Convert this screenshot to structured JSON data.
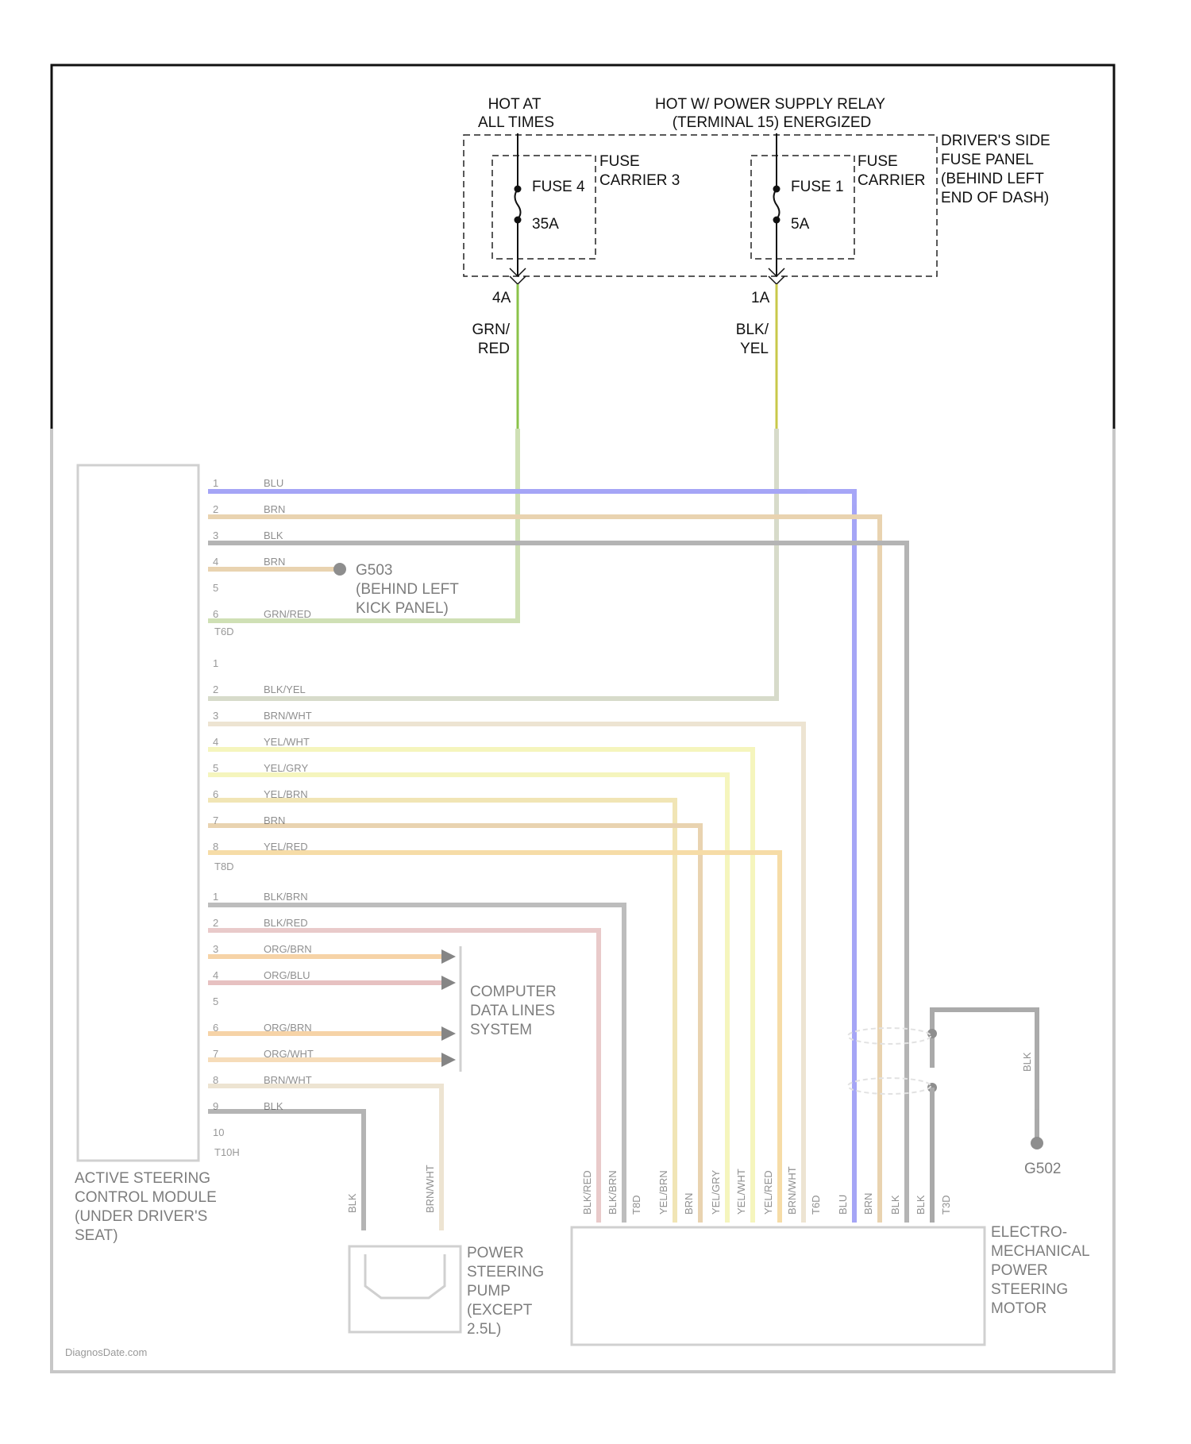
{
  "source_labels": {
    "hot_at_all_times": [
      "HOT AT",
      "ALL TIMES"
    ],
    "hot_w_relay": [
      "HOT W/ POWER SUPPLY RELAY",
      "(TERMINAL 15) ENERGIZED"
    ]
  },
  "fuse_panel": {
    "name": [
      "DRIVER'S SIDE",
      "FUSE PANEL",
      "(BEHIND LEFT",
      "END OF DASH)"
    ],
    "carrier_3": [
      "FUSE",
      "CARRIER 3"
    ],
    "carrier_1": [
      "FUSE",
      "CARRIER"
    ],
    "fuse_4": {
      "label": "FUSE 4",
      "rating": "35A",
      "terminal": "4A"
    },
    "fuse_1": {
      "label": "FUSE 1",
      "rating": "5A",
      "terminal": "1A"
    }
  },
  "feed_wires": {
    "left": {
      "color_text": [
        "GRN/",
        "RED"
      ]
    },
    "right": {
      "color_text": [
        "BLK/",
        "YEL"
      ]
    }
  },
  "connector_a_wires": [
    {
      "pin": "1",
      "color": "BLU"
    },
    {
      "pin": "2",
      "color": "BRN"
    },
    {
      "pin": "3",
      "color": "BLK"
    },
    {
      "pin": "4",
      "color": "BRN"
    },
    {
      "pin": "5",
      "color": ""
    },
    {
      "pin": "6",
      "color": "GRN/RED"
    }
  ],
  "connector_a_name": "T6D",
  "connector_b_wires": [
    {
      "pin": "1",
      "color": ""
    },
    {
      "pin": "2",
      "color": "BLK/YEL"
    },
    {
      "pin": "3",
      "color": "BRN/WHT"
    },
    {
      "pin": "4",
      "color": "YEL/WHT"
    },
    {
      "pin": "5",
      "color": "YEL/GRY"
    },
    {
      "pin": "6",
      "color": "YEL/BRN"
    },
    {
      "pin": "7",
      "color": "BRN"
    },
    {
      "pin": "8",
      "color": "YEL/RED"
    }
  ],
  "connector_b_name": "T8D",
  "connector_c_wires": [
    {
      "pin": "1",
      "color": "BLK/BRN"
    },
    {
      "pin": "2",
      "color": "BLK/RED"
    },
    {
      "pin": "3",
      "color": "ORG/BRN"
    },
    {
      "pin": "4",
      "color": "ORG/BLU"
    },
    {
      "pin": "5",
      "color": ""
    },
    {
      "pin": "6",
      "color": "ORG/BRN"
    },
    {
      "pin": "7",
      "color": "ORG/WHT"
    },
    {
      "pin": "8",
      "color": "BRN/WHT"
    },
    {
      "pin": "9",
      "color": "BLK"
    },
    {
      "pin": "10",
      "color": ""
    }
  ],
  "connector_c_name": "T10H",
  "ground_left": [
    "G503",
    "(BEHIND LEFT",
    "KICK PANEL)"
  ],
  "computer_data_lines": [
    "COMPUTER",
    "DATA LINES",
    "SYSTEM"
  ],
  "module_name": [
    "ACTIVE STEERING",
    "CONTROL MODULE",
    "(UNDER DRIVER'S",
    "SEAT)"
  ],
  "pump": {
    "name": [
      "POWER",
      "STEERING",
      "PUMP",
      "(EXCEPT",
      "2.5L)"
    ],
    "wire_left": "BLK",
    "wire_right": "BRN/WHT"
  },
  "motor": {
    "name": [
      "ELECTRO-",
      "MECHANICAL",
      "POWER",
      "STEERING",
      "MOTOR"
    ],
    "wire_tags": [
      "BLK/RED",
      "BLK/BRN",
      "T8D",
      "YEL/BRN",
      "BRN",
      "YEL/GRY",
      "YEL/WHT",
      "YEL/RED",
      "BRN/WHT",
      "T6D",
      "BLU",
      "BRN",
      "BLK",
      "BLK",
      "T3D"
    ]
  },
  "ground_right": {
    "wire": "BLK",
    "name": "G502"
  },
  "watermark": "DiagnosDate.com",
  "colors": {
    "blu": "#5c5cf0",
    "brn": "#d8b070",
    "blk": "#777777",
    "grn_red": "#a9c77a",
    "blk_yel": "#b8bfa0",
    "brn_wht": "#e0cfae",
    "yel": "#eeee88",
    "yel_brn": "#e6d07a",
    "yel_red": "#f0c060",
    "org_brn": "#f0b060",
    "org_blu": "#d49090",
    "org_wht": "#f0c080",
    "blk_red": "#d8a0a0"
  }
}
